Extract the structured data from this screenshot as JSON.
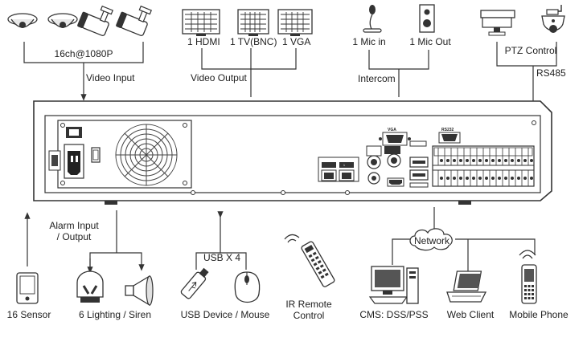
{
  "labels": {
    "cameras": "16ch@1080P",
    "video_input": "Video Input",
    "hdmi": "1 HDMI",
    "tv_bnc": "1 TV(BNC)",
    "vga": "1 VGA",
    "video_output": "Video Output",
    "mic_in": "1 Mic in",
    "mic_out": "1 Mic Out",
    "intercom": "Intercom",
    "ptz_control": "PTZ Control",
    "rs485": "RS485",
    "alarm_line1": "Alarm Input",
    "alarm_line2": "/ Output",
    "sensor": "16 Sensor",
    "lighting_siren": "6 Lighting / Siren",
    "usb_x4": "USB X 4",
    "usb_device_mouse": "USB Device / Mouse",
    "ir_remote_line1": "IR Remote",
    "ir_remote_line2": "Control",
    "network": "Network",
    "cms": "CMS: DSS/PSS",
    "web_client": "Web Client",
    "mobile_phone": "Mobile Phone"
  },
  "panel_text": {
    "vga_port": "VGA",
    "rs232_port": "RS232"
  },
  "colors": {
    "line": "#333333",
    "device_body": "#ffffff",
    "dark": "#1a1a1a",
    "gray": "#8a8a8a",
    "light_gray": "#d8d8d8"
  },
  "icons": [
    "dome-camera-icon",
    "bullet-camera-icon",
    "monitor-icon",
    "microphone-icon",
    "speaker-icon",
    "ptz-camera-icon",
    "speed-dome-icon",
    "sensor-icon",
    "light-icon",
    "siren-icon",
    "usb-stick-icon",
    "mouse-icon",
    "remote-control-icon",
    "desktop-computer-icon",
    "laptop-icon",
    "mobile-phone-icon",
    "network-cloud-icon"
  ]
}
